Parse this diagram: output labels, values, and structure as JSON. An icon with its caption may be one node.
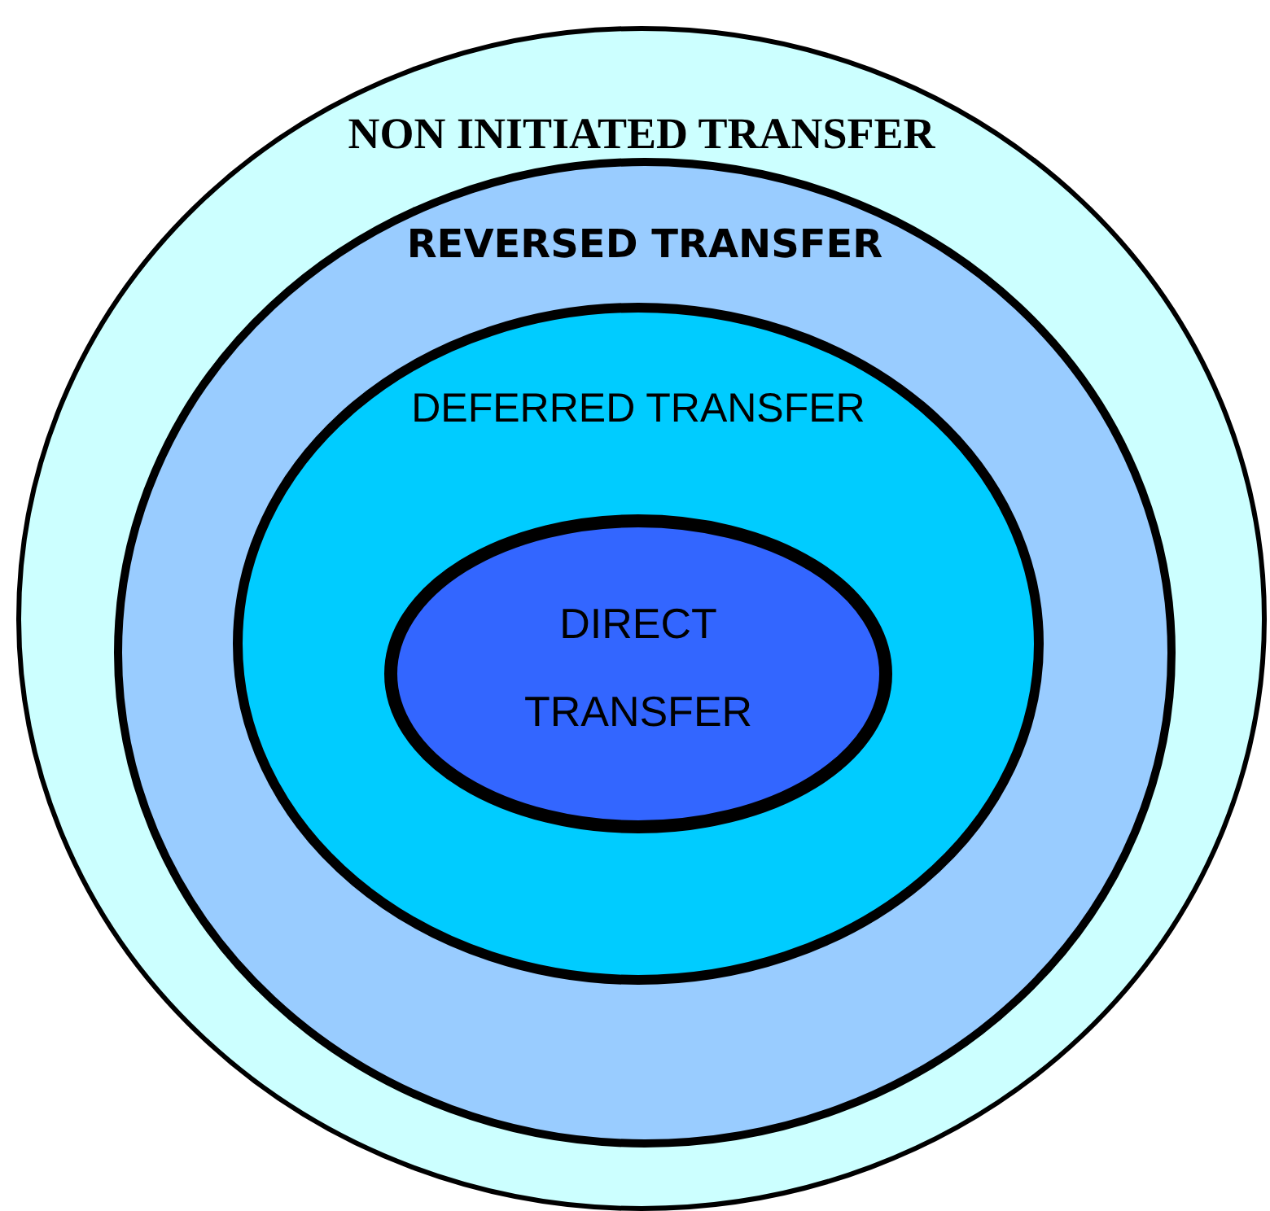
{
  "diagram": {
    "nodes": [
      {
        "text": [
          "NON INITIATED TRANSFER"
        ]
      },
      {
        "text": [
          "REVERSED TRANSFER"
        ],
        "in": 0
      },
      {
        "text": [
          "DEFERRED TRANSFER"
        ],
        "in": 1
      },
      {
        "text": [
          "DIRECT TRANSFER"
        ],
        "in": 2
      }
    ]
  }
}
